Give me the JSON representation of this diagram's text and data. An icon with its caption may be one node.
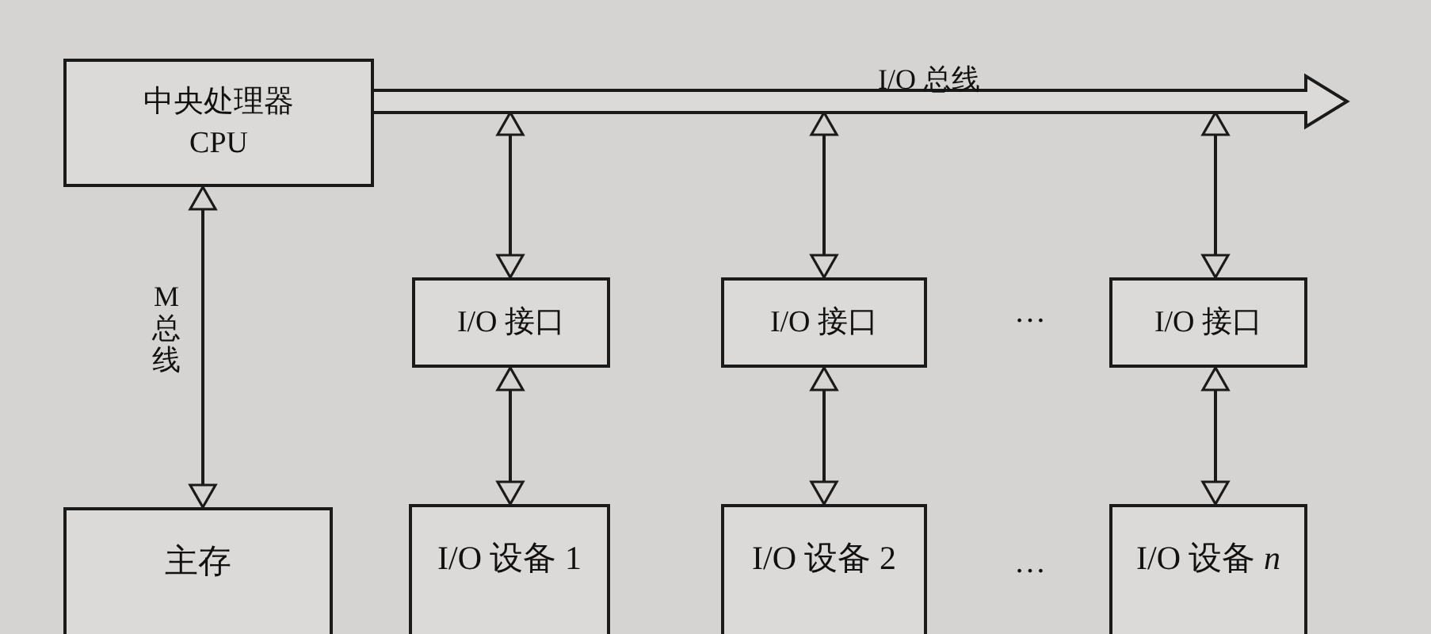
{
  "diagram": {
    "nodes": [
      {
        "text": [
          "中央处理器 CPU"
        ]
      },
      {
        "text": [],
        "shape": "bar",
        "beside": [
          "I/O 总线"
        ]
      },
      {
        "text": [
          "I/O 接口"
        ]
      },
      {
        "text": [
          "I/O 接口"
        ]
      },
      {
        "text": [
          "I/O 接口"
        ]
      },
      {
        "text": [
          "主存"
        ]
      },
      {
        "text": [
          "I/O 设备 1"
        ]
      },
      {
        "text": [
          "I/O 设备 2"
        ]
      },
      {
        "text": [
          "I/O 设备 *n*"
        ]
      }
    ],
    "edges": [
      {
        "from": 0,
        "to": 5,
        "arrow": "both",
        "label": "M 总线"
      },
      {
        "from": 1,
        "to": 2,
        "arrow": "both"
      },
      {
        "from": 1,
        "to": 3,
        "arrow": "both"
      },
      {
        "from": 1,
        "to": 4,
        "arrow": "both"
      },
      {
        "from": 2,
        "to": 6,
        "arrow": "both"
      },
      {
        "from": 3,
        "to": 7,
        "arrow": "both"
      },
      {
        "from": 4,
        "to": 8,
        "arrow": "both"
      }
    ],
    "labels": [
      "…",
      "…"
    ]
  }
}
